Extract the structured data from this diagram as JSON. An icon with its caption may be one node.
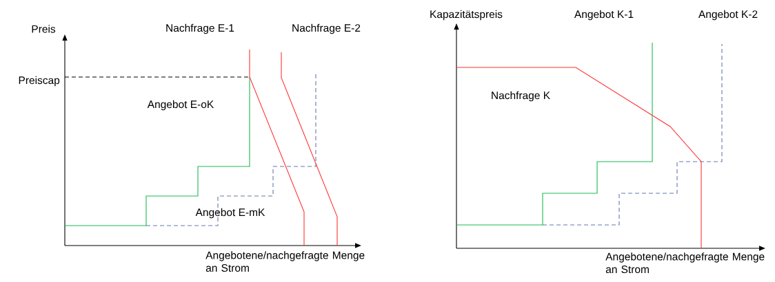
{
  "diagram": {
    "labels": [
      "Preis",
      "Nachfrage E-1",
      "Nachfrage E-2",
      "Preiscap",
      "Angebot E-oK",
      "Angebot E-mK",
      "Angebotene/nachgefragte Menge an Strom",
      "Kapazitätspreis",
      "Angebot K-1",
      "Angebot K-2",
      "Nachfrage K",
      "Angebotene/nachgefragte Menge an Strom"
    ]
  }
}
